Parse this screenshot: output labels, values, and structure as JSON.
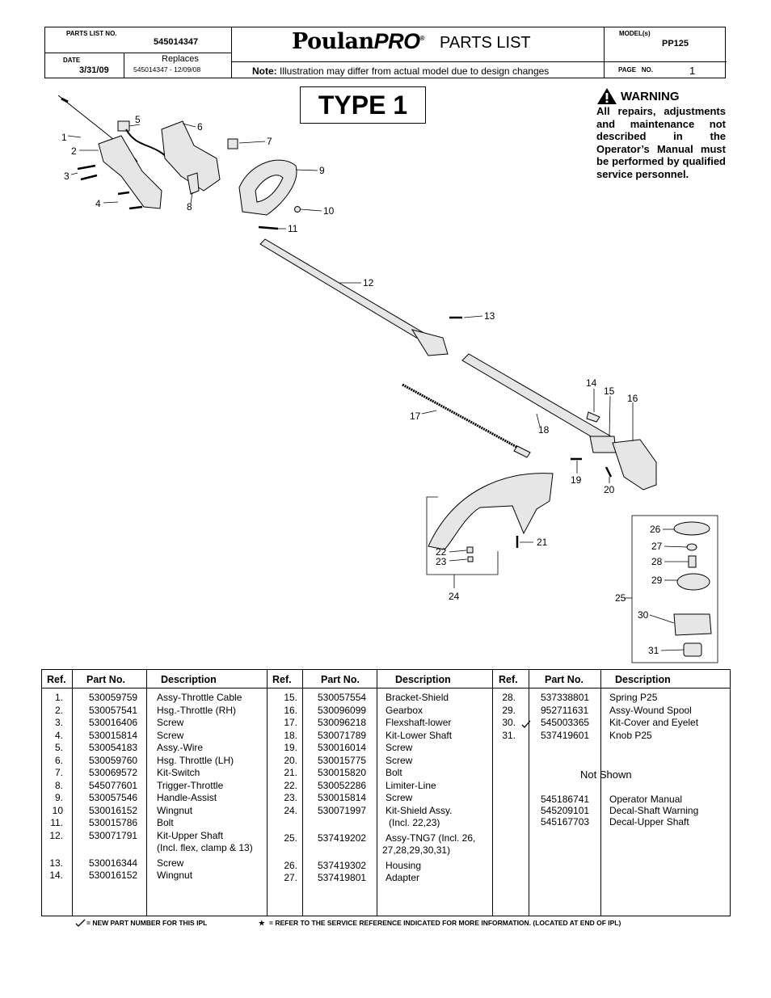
{
  "header": {
    "parts_list_no_label": "PARTS LIST NO.",
    "parts_list_no": "545014347",
    "date_label": "DATE",
    "date": "3/31/09",
    "replaces_label": "Replaces",
    "replaces_value": "545014347 - 12/09/08",
    "brand_main": "Poulan",
    "brand_pro": "PRO",
    "brand_reg": "®",
    "title": "PARTS LIST",
    "note_label": "Note:",
    "note_text": "Illustration may differ from actual model due to design changes",
    "models_label": "MODEL(s)",
    "model": "PP125",
    "page_label": "PAGE   NO.",
    "page_no": "1"
  },
  "type_label": "TYPE 1",
  "warning": {
    "icon": "warning-triangle-icon",
    "title": "WARNING",
    "text": "All repairs, adjustments and maintenance not described in the Operator’s Manual must be performed by qualified service personnel."
  },
  "callouts": [
    "1",
    "2",
    "3",
    "4",
    "5",
    "6",
    "7",
    "8",
    "9",
    "10",
    "11",
    "12",
    "13",
    "14",
    "15",
    "16",
    "17",
    "18",
    "19",
    "20",
    "21",
    "22",
    "23",
    "24",
    "25",
    "26",
    "27",
    "28",
    "29",
    "30",
    "31"
  ],
  "table": {
    "headers": {
      "ref": "Ref.",
      "part": "Part No.",
      "desc": "Description"
    },
    "col1": [
      {
        "ref": "1.",
        "part": "530059759",
        "desc": "Assy-Throttle Cable"
      },
      {
        "ref": "2.",
        "part": "530057541",
        "desc": "Hsg.-Throttle (RH)"
      },
      {
        "ref": "3.",
        "part": "530016406",
        "desc": "Screw"
      },
      {
        "ref": "4.",
        "part": "530015814",
        "desc": "Screw"
      },
      {
        "ref": "5.",
        "part": "530054183",
        "desc": "Assy.-Wire"
      },
      {
        "ref": "6.",
        "part": "530059760",
        "desc": "Hsg. Throttle (LH)"
      },
      {
        "ref": "7.",
        "part": "530069572",
        "desc": "Kit-Switch"
      },
      {
        "ref": "8.",
        "part": "545077601",
        "desc": "Trigger-Throttle"
      },
      {
        "ref": "9.",
        "part": "530057546",
        "desc": "Handle-Assist"
      },
      {
        "ref": "10",
        "part": "530016152",
        "desc": "Wingnut"
      },
      {
        "ref": "11.",
        "part": "530015786",
        "desc": "Bolt"
      },
      {
        "ref": "12.",
        "part": "530071791",
        "desc": "Kit-Upper Shaft"
      },
      {
        "ref": "",
        "part": "",
        "desc": "(Incl. flex, clamp & 13)"
      },
      {
        "ref": "13.",
        "part": "530016344",
        "desc": "Screw"
      },
      {
        "ref": "14.",
        "part": "530016152",
        "desc": "Wingnut"
      }
    ],
    "col2": [
      {
        "ref": "15.",
        "part": "530057554",
        "desc": "Bracket-Shield"
      },
      {
        "ref": "16.",
        "part": "530096099",
        "desc": "Gearbox"
      },
      {
        "ref": "17.",
        "part": "530096218",
        "desc": "Flexshaft-lower"
      },
      {
        "ref": "18.",
        "part": "530071789",
        "desc": "Kit-Lower Shaft"
      },
      {
        "ref": "19.",
        "part": "530016014",
        "desc": "Screw"
      },
      {
        "ref": "20.",
        "part": "530015775",
        "desc": "Screw"
      },
      {
        "ref": "21.",
        "part": "530015820",
        "desc": "Bolt"
      },
      {
        "ref": "22.",
        "part": "530052286",
        "desc": "Limiter-Line"
      },
      {
        "ref": "23.",
        "part": "530015814",
        "desc": "Screw"
      },
      {
        "ref": "24.",
        "part": "530071997",
        "desc": "Kit-Shield Assy."
      },
      {
        "ref": "",
        "part": "",
        "desc": "(Incl. 22,23)"
      },
      {
        "ref": "25.",
        "part": "537419202",
        "desc": "Assy-TNG7 (Incl. 26,"
      },
      {
        "ref": "",
        "part": "",
        "desc": "27,28,29,30,31)"
      },
      {
        "ref": "26.",
        "part": "537419302",
        "desc": "Housing"
      },
      {
        "ref": "27.",
        "part": "537419801",
        "desc": "Adapter"
      }
    ],
    "col3": [
      {
        "ref": "28.",
        "part": "537338801",
        "desc": "Spring P25"
      },
      {
        "ref": "29.",
        "part": "952711631",
        "desc": "Assy-Wound Spool"
      },
      {
        "ref": "30.",
        "part": "545003365",
        "desc": "Kit-Cover and Eyelet"
      },
      {
        "ref": "31.",
        "part": "537419601",
        "desc": "Knob P25"
      }
    ],
    "not_shown_label": "Not Shown",
    "not_shown": [
      {
        "part": "545186741",
        "desc": "Operator Manual"
      },
      {
        "part": "545209101",
        "desc": "Decal-Shaft Warning"
      },
      {
        "part": "545167703",
        "desc": "Decal-Upper Shaft"
      }
    ]
  },
  "footer": {
    "new_part": "= NEW PART NUMBER FOR THIS  IPL",
    "service_ref": "= REFER TO THE SERVICE REFERENCE  INDICATED FOR MORE INFORMATION. (LOCATED AT END OF IPL)"
  },
  "colors": {
    "ink": "#000000",
    "paper": "#ffffff",
    "part_fill": "#e6e6e6"
  }
}
